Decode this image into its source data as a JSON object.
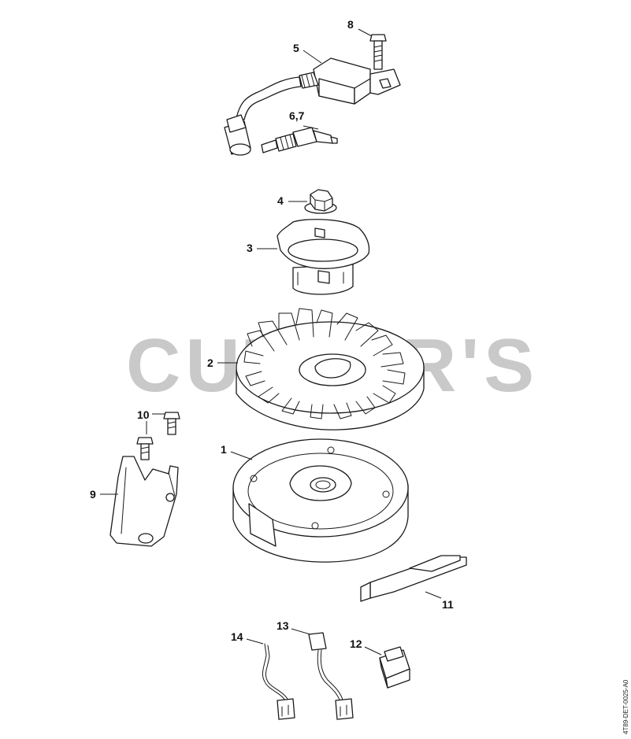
{
  "watermark": "CUTTER'S",
  "drawing_code": "4T89-DET-0025-A0",
  "callouts": {
    "c1": "1",
    "c2": "2",
    "c3": "3",
    "c4": "4",
    "c5": "5",
    "c6_7": "6,7",
    "c8": "8",
    "c9": "9",
    "c10": "10",
    "c11": "11",
    "c12": "12",
    "c13": "13",
    "c14": "14"
  },
  "colors": {
    "line": "#1a1a1a",
    "watermark": "#c9c9c9",
    "background": "#ffffff"
  }
}
